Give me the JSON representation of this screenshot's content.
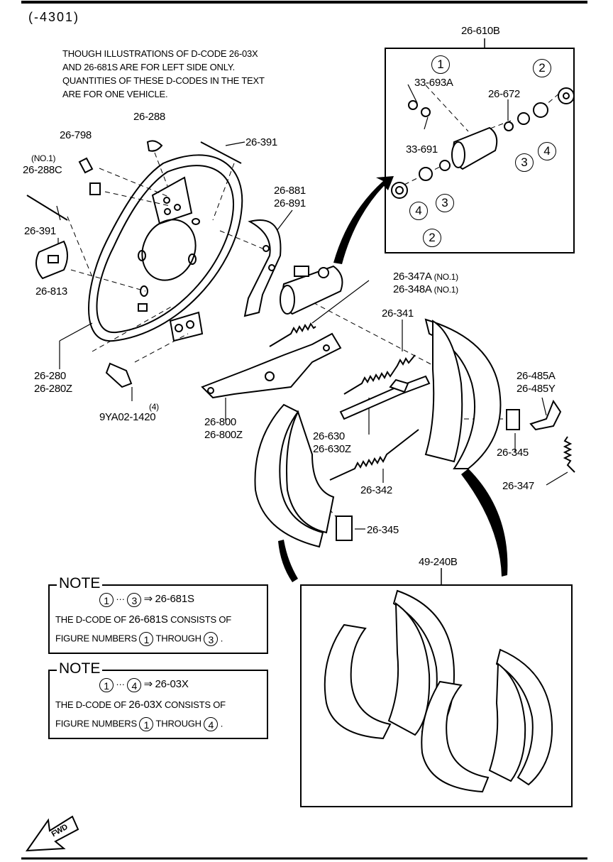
{
  "header": {
    "code": "(-4301)"
  },
  "intro_note": {
    "line1": "THOUGH ILLUSTRATIONS OF D-CODE 26-03X",
    "line2": "AND 26-681S ARE FOR LEFT SIDE ONLY.",
    "line3": "QUANTITIES OF THESE D-CODES IN THE TEXT",
    "line4": "ARE FOR ONE VEHICLE."
  },
  "parts": {
    "p26_610b": "26-610B",
    "p33_693a": "33-693A",
    "p33_691": "33-691",
    "p26_672": "26-672",
    "p26_288": "26-288",
    "p26_798": "26-798",
    "p26_288c_no": "(NO.1)",
    "p26_288c": "26-288C",
    "p26_391_a": "26-391",
    "p26_391_b": "26-391",
    "p26_813": "26-813",
    "p26_881": "26-881",
    "p26_891": "26-891",
    "p26_347a": "26-347A",
    "p26_347a_no": "(NO.1)",
    "p26_348a": "26-348A",
    "p26_348a_no": "(NO.1)",
    "p26_341": "26-341",
    "p26_280": "26-280",
    "p26_280z": "26-280Z",
    "p9ya_qty": "(4)",
    "p9ya": "9YA02-1420",
    "p26_800": "26-800",
    "p26_800z": "26-800Z",
    "p26_630": "26-630",
    "p26_630z": "26-630Z",
    "p26_485a": "26-485A",
    "p26_485y": "26-485Y",
    "p26_345_a": "26-345",
    "p26_345_b": "26-345",
    "p26_342": "26-342",
    "p26_347": "26-347",
    "p49_240b": "49-240B"
  },
  "callouts": {
    "c1": "1",
    "c2a": "2",
    "c2b": "2",
    "c3a": "3",
    "c3b": "3",
    "c4a": "4",
    "c4b": "4"
  },
  "notes": [
    {
      "title": "NOTE",
      "from": "1",
      "dots": "···",
      "to": "3",
      "arrow": "⇒",
      "code": "26-681S",
      "text1": "THE D-CODE OF",
      "code2": "26-681S",
      "text2": "CONSISTS OF",
      "text3": "FIGURE NUMBERS",
      "n1": "1",
      "through": "THROUGH",
      "n2": "3",
      "period": "."
    },
    {
      "title": "NOTE",
      "from": "1",
      "dots": "···",
      "to": "4",
      "arrow": "⇒",
      "code": "26-03X",
      "text1": "THE D-CODE OF",
      "code2": "26-03X",
      "text2": "CONSISTS OF",
      "text3": "FIGURE NUMBERS",
      "n1": "1",
      "through": "THROUGH",
      "n2": "4",
      "period": "."
    }
  ],
  "fwd": "FWD"
}
